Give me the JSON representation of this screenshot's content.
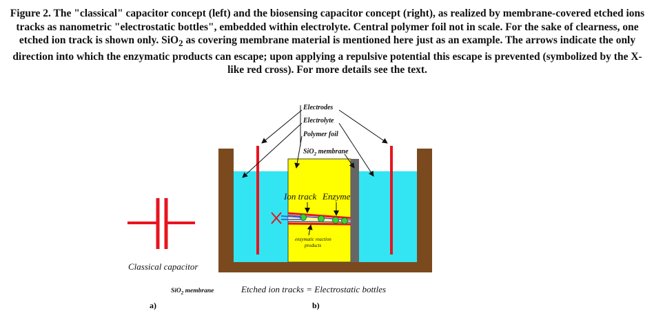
{
  "caption": {
    "pre": "Figure 2. The \"classical\" capacitor concept (left) and the biosensing capacitor concept (right), as realized by membrane-covered etched ions tracks as nanometric \"electrostatic bottles\", embedded within electrolyte. Central polymer foil not in scale. For the sake of clearness, one etched ion track is shown only. SiO",
    "sub": "2",
    "post": " as covering membrane material is mentioned here just as an example. The arrows indicate the only direction into which the enzymatic products can escape; upon applying a repulsive potential this escape is prevented (symbolized by the X-like red cross). For more details see the text."
  },
  "figure": {
    "labels": {
      "electrodes": "Electrodes",
      "electrolyte": "Electrolyte",
      "polymer_foil": "Polymer foil",
      "sio2_membrane_top_main": "SiO",
      "sio2_membrane_top_sub": "2",
      "sio2_membrane_top_rest": " membrane",
      "ion_track": "Ion track",
      "enzyme": "Enzyme",
      "products_line1": "enzymatic reaction",
      "products_line2": "products",
      "classical_capacitor": "Classical capacitor",
      "sio2_membrane_bottom_main": "SiO",
      "sio2_membrane_bottom_sub": "2",
      "sio2_membrane_bottom_rest": " membrane",
      "bottles": "Etched ion tracks = Electrostatic bottles",
      "panel_a": "a)",
      "panel_b": "b)"
    },
    "colors": {
      "container": "#7a4a1e",
      "electrolyte": "#33e5f2",
      "foil": "#ffff00",
      "membrane": "#666666",
      "electrode": "#e8141f",
      "enzyme": "#3ecf3a"
    }
  }
}
